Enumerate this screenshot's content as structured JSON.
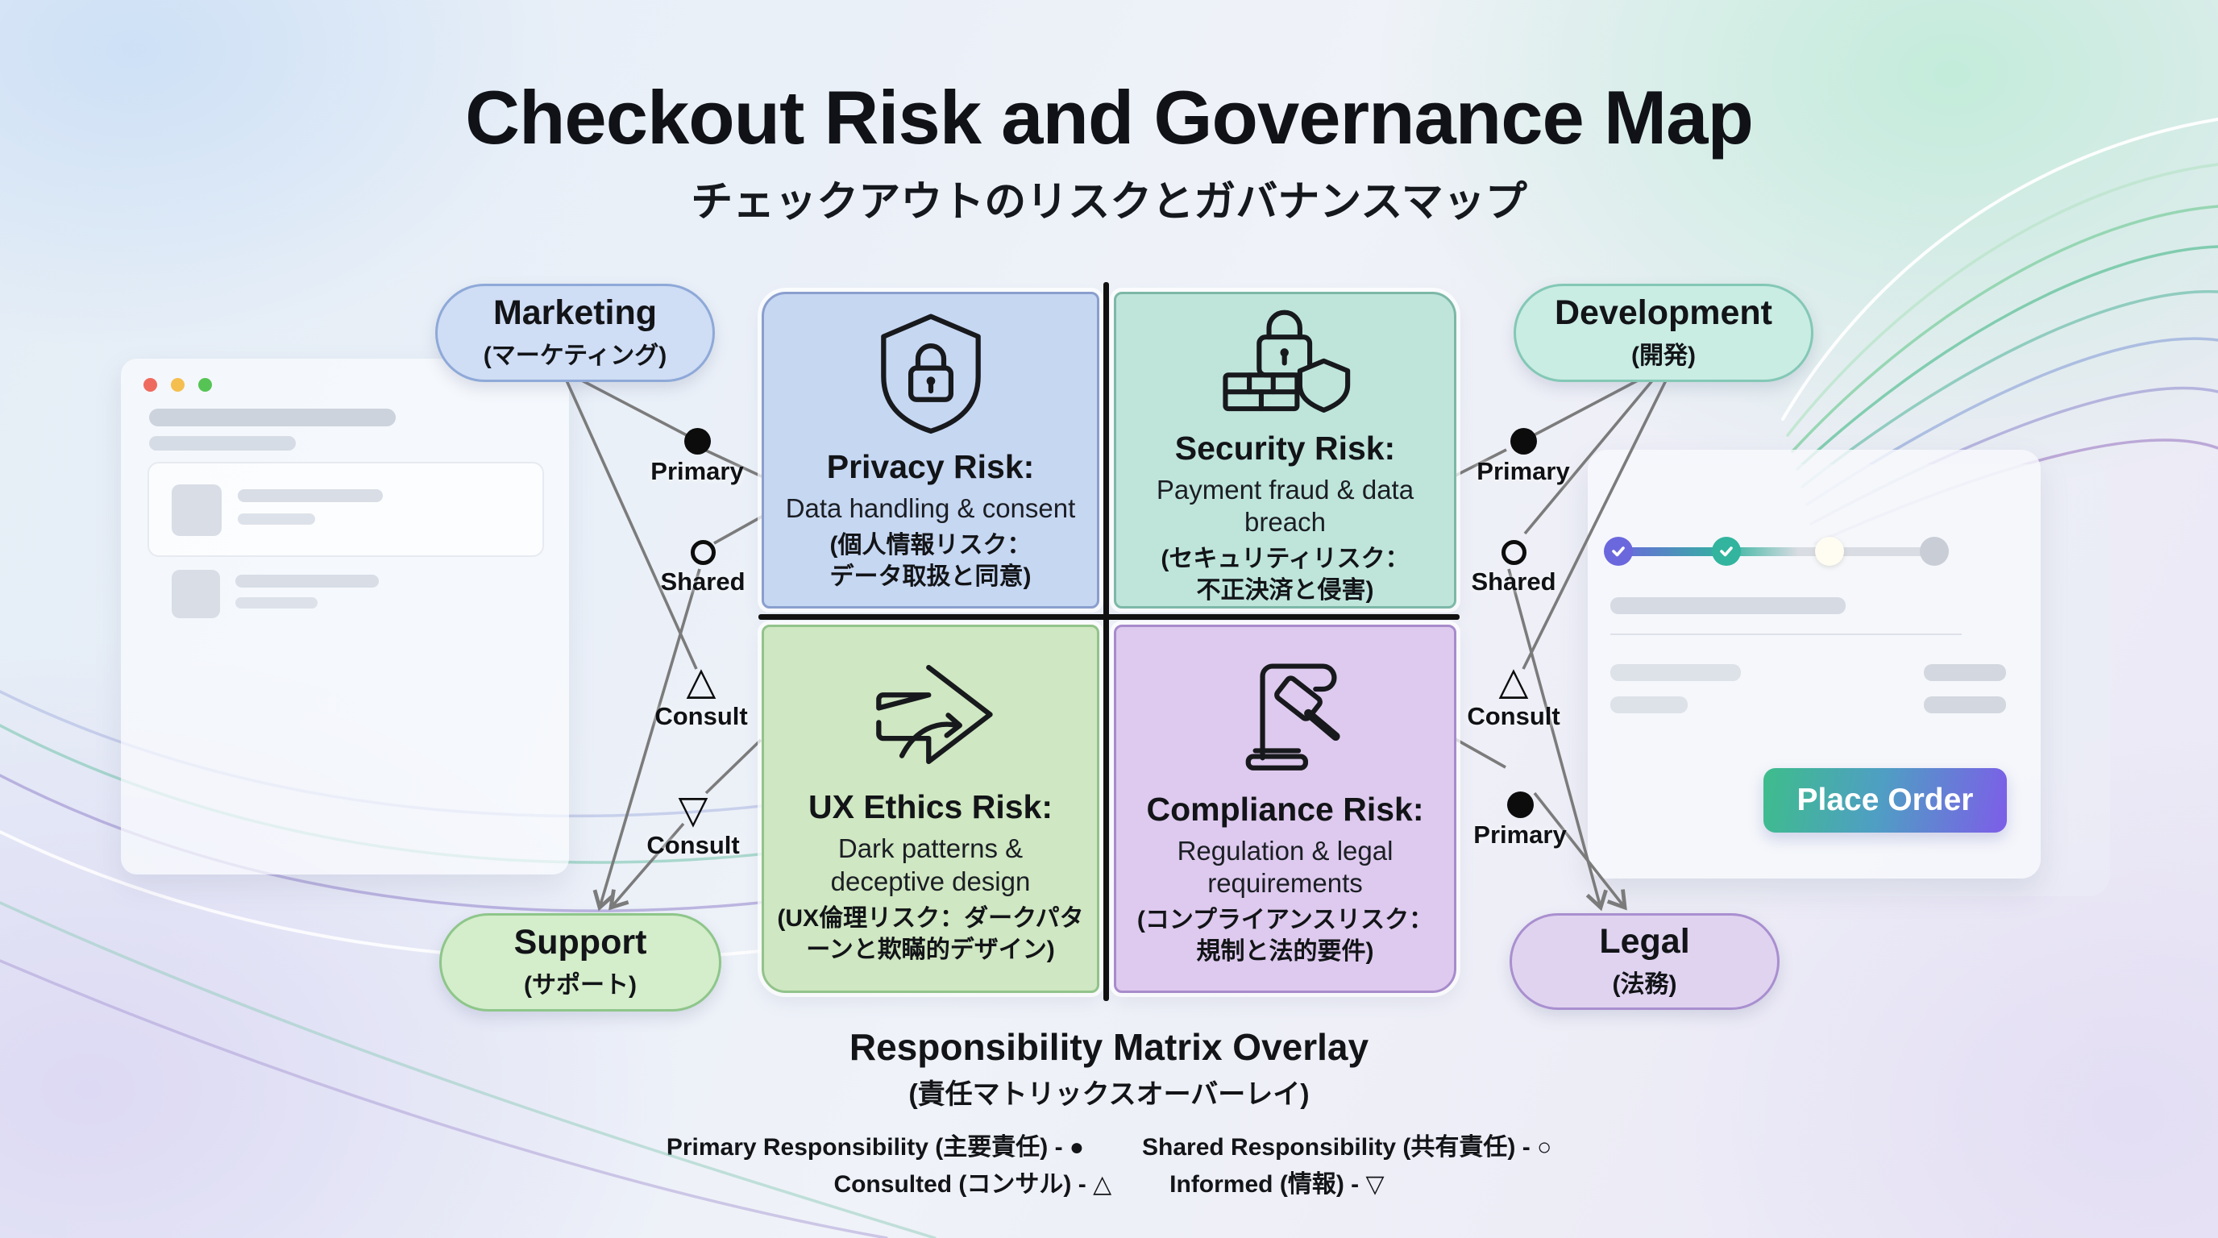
{
  "title": {
    "main": "Checkout Risk and Governance Map",
    "sub": "チェックアウトのリスクとガバナンスマップ"
  },
  "departments": {
    "marketing": {
      "name": "Marketing",
      "ja": "(マーケティング)"
    },
    "development": {
      "name": "Development",
      "ja": "(開発)"
    },
    "support": {
      "name": "Support",
      "ja": "(サポート)"
    },
    "legal": {
      "name": "Legal",
      "ja": "(法務)"
    }
  },
  "quadrants": {
    "privacy": {
      "title": "Privacy Risk:",
      "desc": "Data handling & consent",
      "ja1": "(個人情報リスク：",
      "ja2": "データ取扱と同意)",
      "icon": "shield-lock-icon",
      "color": "#c6d7f2"
    },
    "security": {
      "title": "Security Risk:",
      "desc": "Payment fraud & data breach",
      "ja1": "(セキュリティリスク：",
      "ja2": "不正決済と侵害)",
      "icon": "lock-wall-shield-icon",
      "color": "#bfe5db"
    },
    "ux": {
      "title": "UX Ethics Risk:",
      "desc": "Dark patterns & deceptive design",
      "ja1": "(UX倫理リスク：ダークパタ",
      "ja2": "ーンと欺瞞的デザイン)",
      "icon": "redirect-arrow-icon",
      "color": "#cfe7c2"
    },
    "compliance": {
      "title": "Compliance Risk:",
      "desc": "Regulation & legal requirements",
      "ja1": "(コンプライアンスリスク：",
      "ja2": "規制と法的要件)",
      "icon": "gavel-document-icon",
      "color": "#decaee"
    }
  },
  "markers": {
    "left": [
      {
        "symbol": "●",
        "label": "Primary"
      },
      {
        "symbol": "○",
        "label": "Shared"
      },
      {
        "symbol": "△",
        "label": "Consult"
      },
      {
        "symbol": "▽",
        "label": "Consult"
      }
    ],
    "right": [
      {
        "symbol": "●",
        "label": "Primary"
      },
      {
        "symbol": "○",
        "label": "Shared"
      },
      {
        "symbol": "△",
        "label": "Consult"
      },
      {
        "symbol": "●",
        "label": "Primary"
      }
    ]
  },
  "legend": {
    "title": "Responsibility Matrix Overlay",
    "subtitle": "(責任マトリックスオーバーレイ)",
    "items": [
      "Primary Responsibility (主要責任) - ●",
      "Shared Responsibility (共有責任) - ○",
      "Consulted (コンサル) - △",
      "Informed (情報) - ▽"
    ]
  },
  "checkout": {
    "place_order_label": "Place Order",
    "steps": [
      {
        "state": "complete"
      },
      {
        "state": "complete"
      },
      {
        "state": "current"
      },
      {
        "state": "upcoming"
      }
    ],
    "accent_colors": {
      "step_complete_indigo": "#6b68dd",
      "step_complete_teal": "#32b49e",
      "button_gradient_start": "#3ebd8b",
      "button_gradient_end": "#7d5de8"
    }
  },
  "colors": {
    "connector": "#7b7b7b",
    "divider": "#111111"
  }
}
